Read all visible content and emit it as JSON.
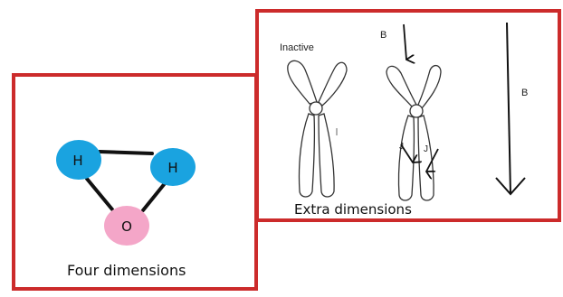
{
  "panels": {
    "left": {
      "caption": "Four dimensions"
    },
    "right": {
      "caption": "Extra dimensions"
    }
  },
  "molecule": {
    "atoms": [
      {
        "symbol": "H",
        "color": "#1aa3e0"
      },
      {
        "symbol": "H",
        "color": "#1aa3e0"
      },
      {
        "symbol": "O",
        "color": "#f4a6c8"
      }
    ]
  },
  "chromosome_labels": {
    "inactive": "Inactive",
    "arrow_b_top": "B",
    "arrow_b_side": "B",
    "arrow_j_left": "J",
    "arrow_j_right": "J"
  },
  "colors": {
    "frame": "#cc2b2b",
    "hydrogen": "#1aa3e0",
    "oxygen": "#f4a6c8"
  }
}
